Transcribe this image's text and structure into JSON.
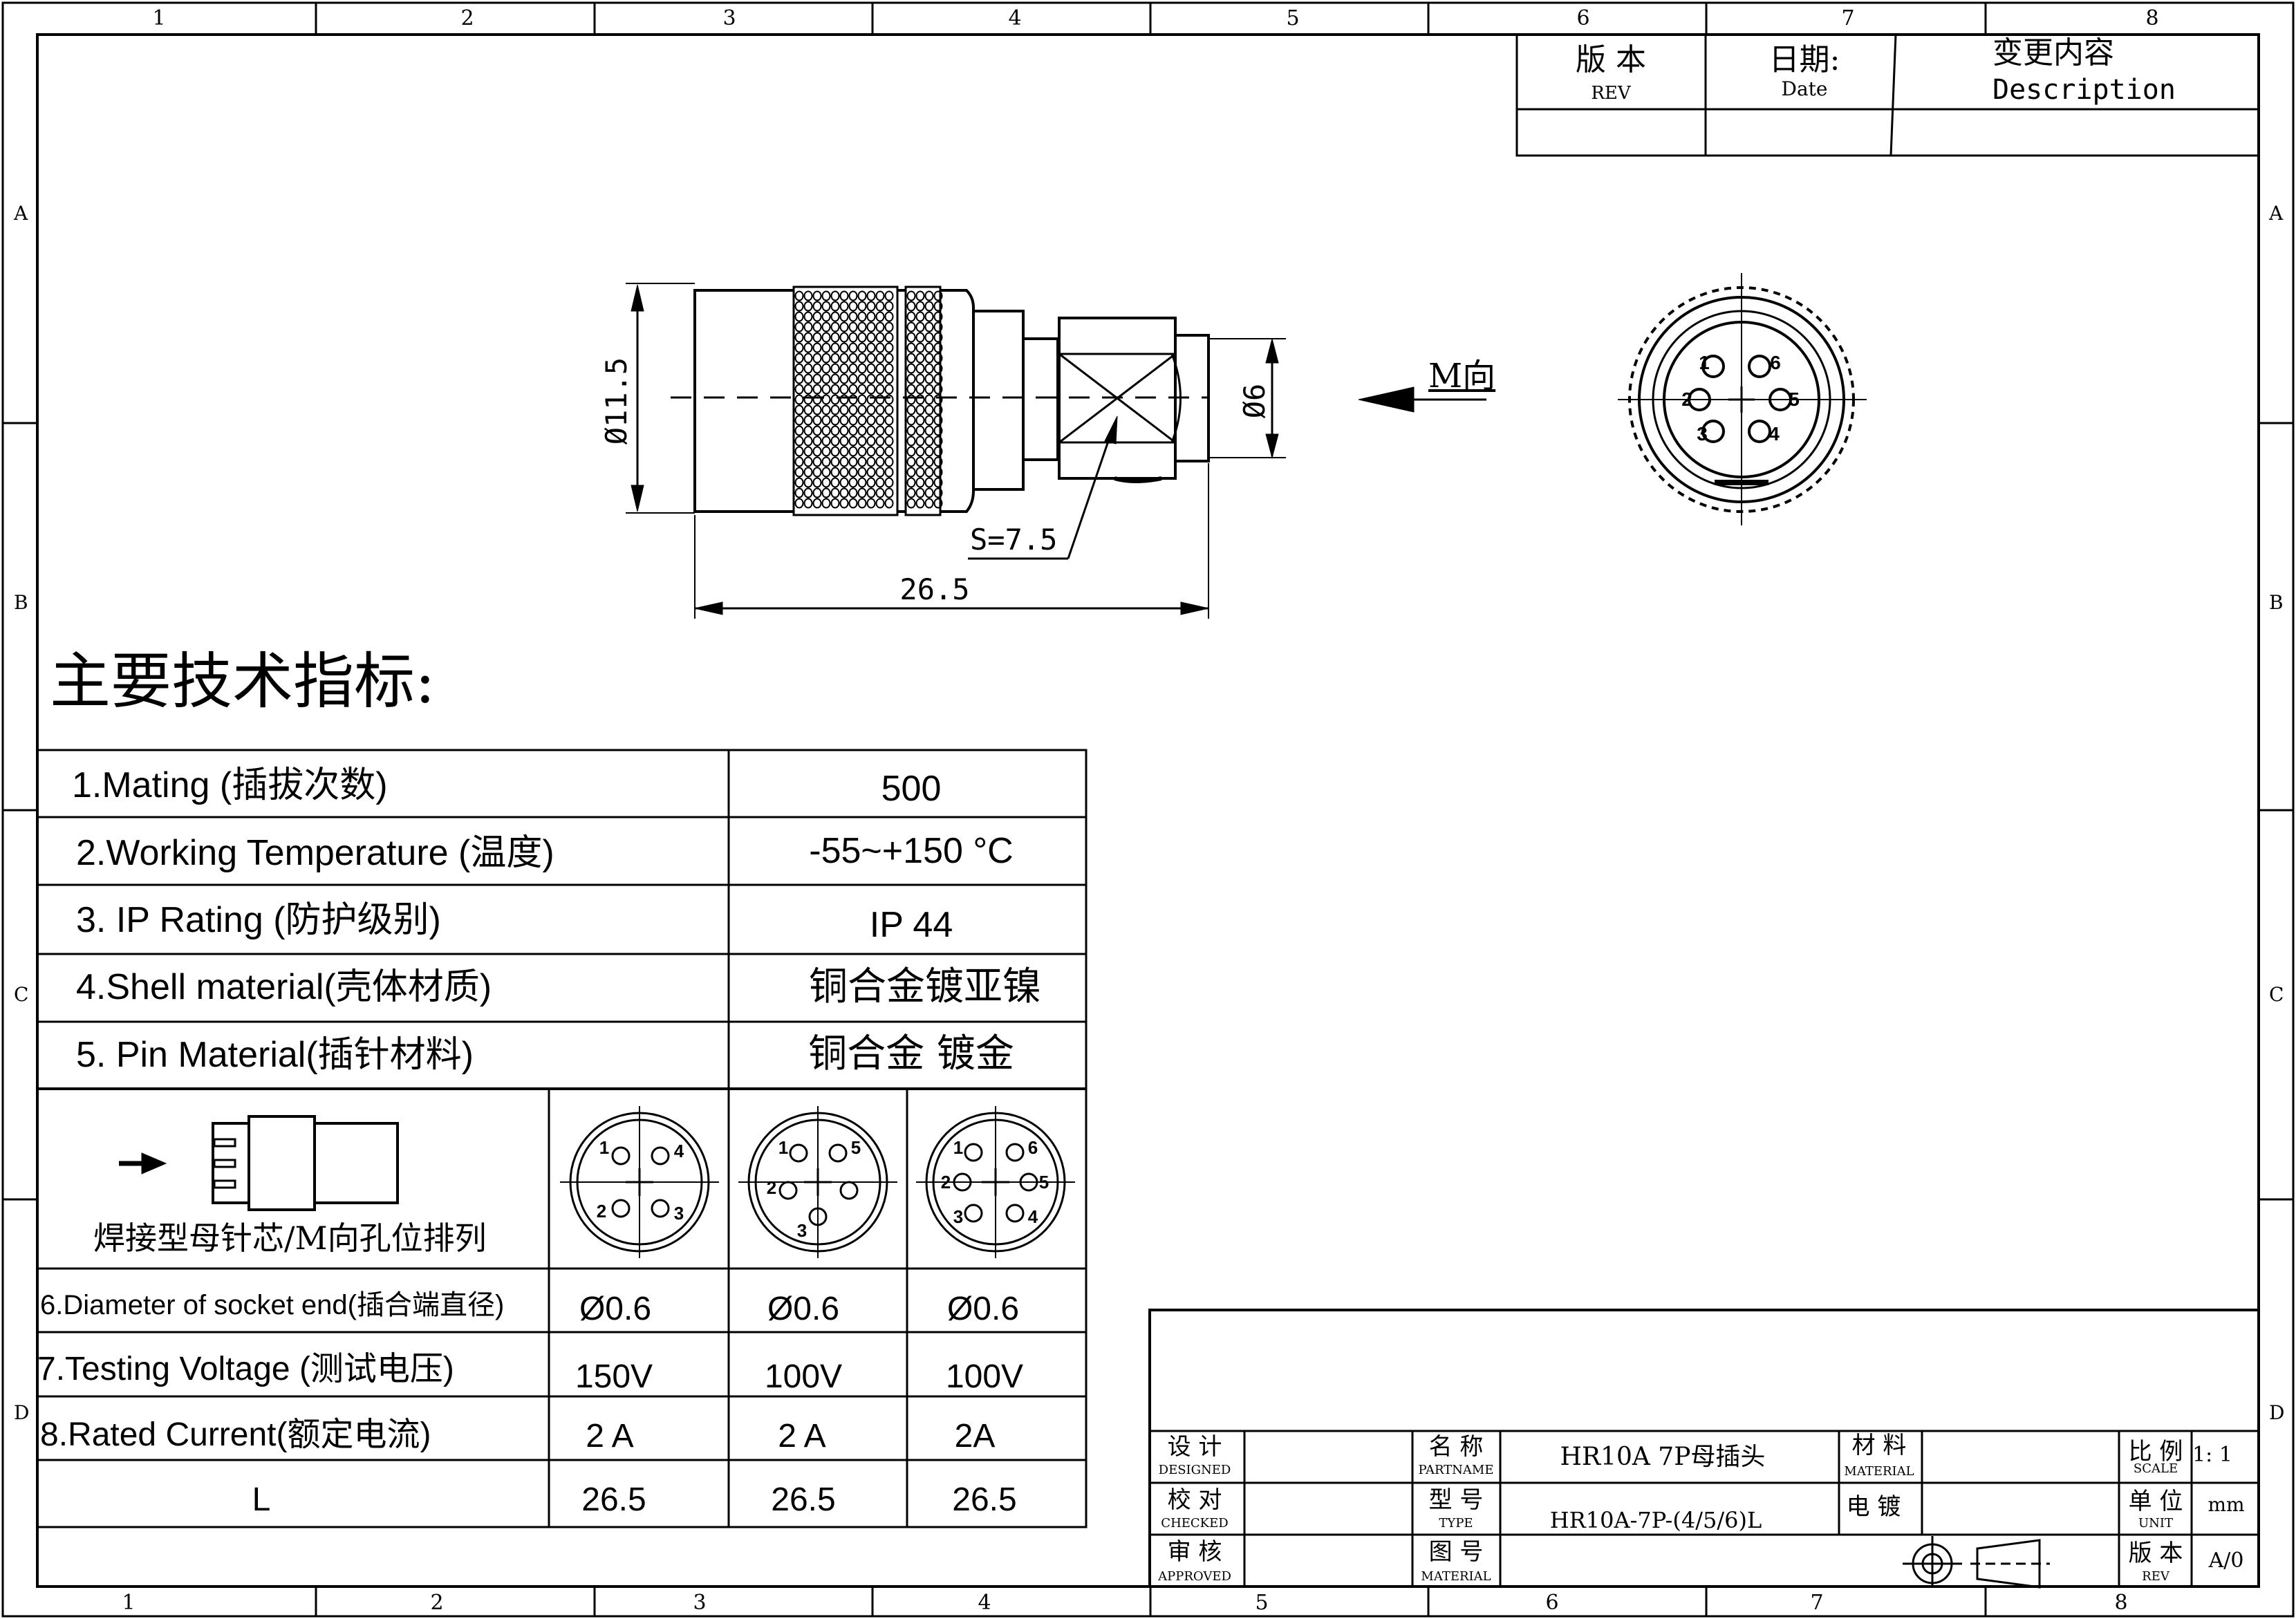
{
  "frame": {
    "cols": [
      "1",
      "2",
      "3",
      "4",
      "5",
      "6",
      "7",
      "8"
    ],
    "rows": [
      "A",
      "B",
      "C",
      "D"
    ]
  },
  "revision_table": {
    "rev_cn": "版 本",
    "rev_en": "REV",
    "date_cn": "日期:",
    "date_en": "Date",
    "desc_cn": "变更内容",
    "desc_en": "Description"
  },
  "side_view": {
    "diameter_label": "Ø11.5",
    "inner_diameter_label": "Ø6",
    "hex_label": "S=7.5",
    "length_label": "26.5",
    "direction_label": "M向"
  },
  "front_view": {
    "pins": [
      "1",
      "2",
      "3",
      "4",
      "5",
      "6"
    ]
  },
  "specs": {
    "title": "主要技术指标:",
    "rows": [
      {
        "label": "1.Mating (插拔次数)",
        "value": "500"
      },
      {
        "label": "2.Working Temperature (温度)",
        "value": "-55~+150 °C"
      },
      {
        "label": "3. IP Rating (防护级别)",
        "value": "IP 44"
      },
      {
        "label": "4.Shell material(壳体材质)",
        "value": "铜合金镀亚镍"
      },
      {
        "label": "5. Pin Material(插针材料)",
        "value": "铜合金 镀金"
      }
    ],
    "layout_caption": "焊接型母针芯/M向孔位排列",
    "variant_pins": [
      [
        "1",
        "2",
        "3",
        "4"
      ],
      [
        "1",
        "2",
        "3",
        "5"
      ],
      [
        "1",
        "2",
        "3",
        "4",
        "5",
        "6"
      ]
    ],
    "param_rows": [
      {
        "label": "6.Diameter of socket end(插合端直径)",
        "values": [
          "Ø0.6",
          "Ø0.6",
          "Ø0.6"
        ]
      },
      {
        "label": "7.Testing Voltage (测试电压)",
        "values": [
          "150V",
          "100V",
          "100V"
        ]
      },
      {
        "label": "8.Rated Current(额定电流)",
        "values": [
          "2 A",
          "2 A",
          "2A"
        ]
      },
      {
        "label": "L",
        "values": [
          "26.5",
          "26.5",
          "26.5"
        ]
      }
    ]
  },
  "title_block": {
    "designed_cn": "设 计",
    "designed_en": "DESIGNED",
    "checked_cn": "校 对",
    "checked_en": "CHECKED",
    "approved_cn": "审 核",
    "approved_en": "APPROVED",
    "partname_cn": "名 称",
    "partname_en": "PARTNAME",
    "type_cn": "型 号",
    "type_en": "TYPE",
    "drawing_cn": "图 号",
    "drawing_en": "MATERIAL",
    "partname_value": "HR10A 7P母插头",
    "type_value": "HR10A-7P-(4/5/6)L",
    "material_cn": "材 料",
    "material_en": "MATERIAL",
    "plating_cn": "电 镀",
    "scale_cn": "比 例",
    "scale_en": "SCALE",
    "scale_value": "1: 1",
    "unit_cn": "单 位",
    "unit_en": "UNIT",
    "unit_value": "mm",
    "rev_cn": "版 本",
    "rev_en": "REV",
    "rev_value": "A/0"
  }
}
